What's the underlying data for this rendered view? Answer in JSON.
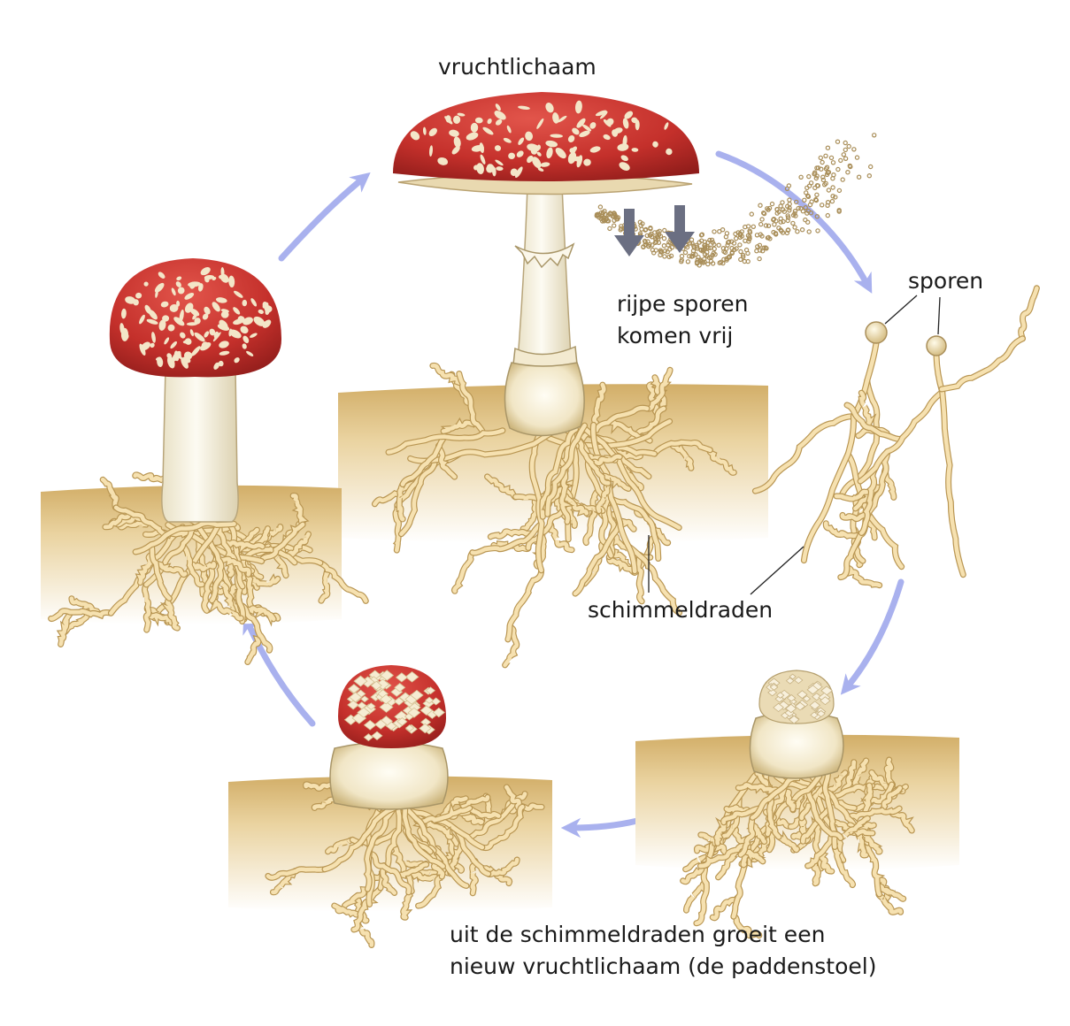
{
  "labels": {
    "fruiting_body": "vruchtlichaam",
    "spores": "sporen",
    "ripe_spores_line1": "rijpe sporen",
    "ripe_spores_line2": "komen vrij",
    "hyphae": "schimmeldraden",
    "caption_line1": "uit de schimmeldraden groeit een",
    "caption_line2": "nieuw vruchtlichaam (de paddenstoel)"
  },
  "colors": {
    "cycle_arrow": "#a9b1ee",
    "cap_red": "#c9302c",
    "cap_dark_red": "#8e1c1a",
    "cap_spot": "#f3e6c8",
    "stem": "#f7f3e4",
    "soil": "#d9b978",
    "soil_light": "#fbf6ea",
    "hyphae": "#f6e1b0",
    "hyphae_outline": "#b99653",
    "spore_arrow": "#6b6f82"
  }
}
